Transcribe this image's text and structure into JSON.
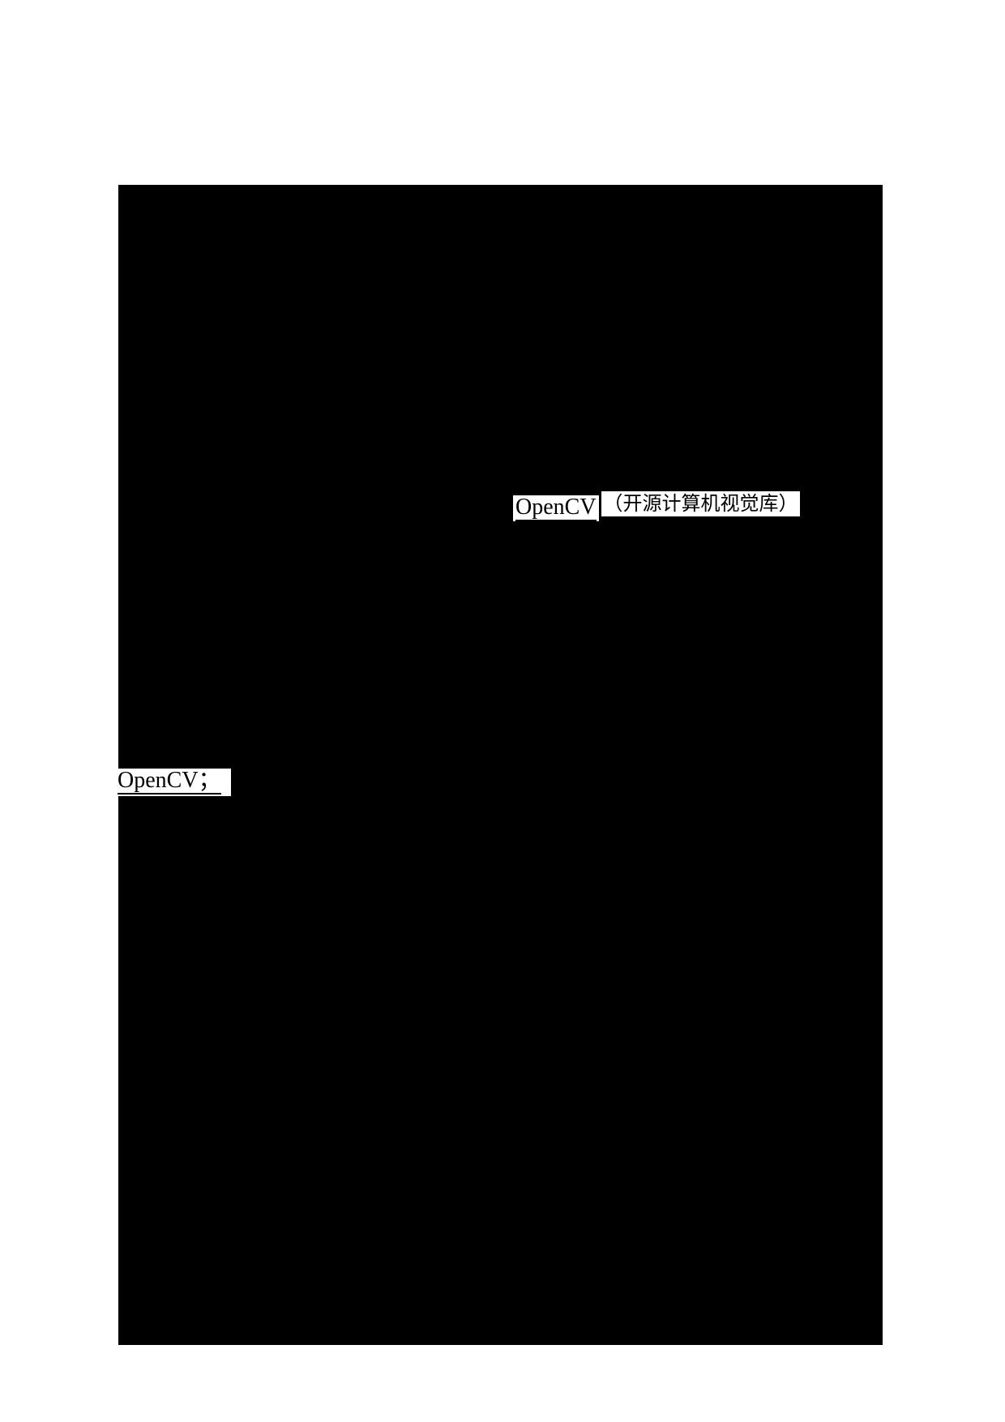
{
  "page": {
    "background_color": "#FFFFFF"
  },
  "redaction_block": {
    "color": "#000000"
  },
  "highlights": [
    {
      "name": "opencv-full-name",
      "highlight_color": "#FFFFFF",
      "text_color": "#000000",
      "runs": [
        {
          "text": "OpenCV",
          "underline": true
        },
        {
          "text": "（开源计算机视觉库）",
          "underline": false
        }
      ]
    },
    {
      "name": "opencv-semicolon",
      "highlight_color": "#FFFFFF",
      "text_color": "#000000",
      "runs": [
        {
          "text": "OpenCV；",
          "underline": true
        }
      ]
    }
  ]
}
